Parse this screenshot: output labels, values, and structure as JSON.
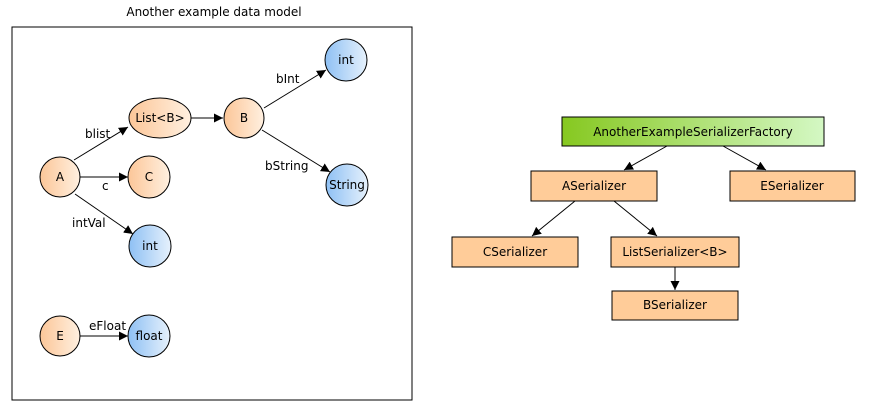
{
  "left_panel": {
    "title": "Another example data model",
    "nodes": {
      "a": "A",
      "list_b": "List<B>",
      "b": "B",
      "int_b": "int",
      "string": "String",
      "c": "C",
      "int_a": "int",
      "e": "E",
      "float": "float"
    },
    "edges": {
      "blist": "blist",
      "c": "c",
      "intval": "intVal",
      "bint": "bInt",
      "bstring": "bString",
      "efloat": "eFloat"
    }
  },
  "right_panel": {
    "nodes": {
      "factory": "AnotherExampleSerializerFactory",
      "a_serializer": "ASerializer",
      "e_serializer": "ESerializer",
      "c_serializer": "CSerializer",
      "list_serializer": "ListSerializer<B>",
      "b_serializer": "BSerializer"
    }
  },
  "colors": {
    "class_node": "#ffd8b0",
    "primitive_node": "#a8d0f8",
    "factory_start": "#88cc22",
    "factory_end": "#ccf4b0",
    "serializer_node": "#ffcc99"
  }
}
